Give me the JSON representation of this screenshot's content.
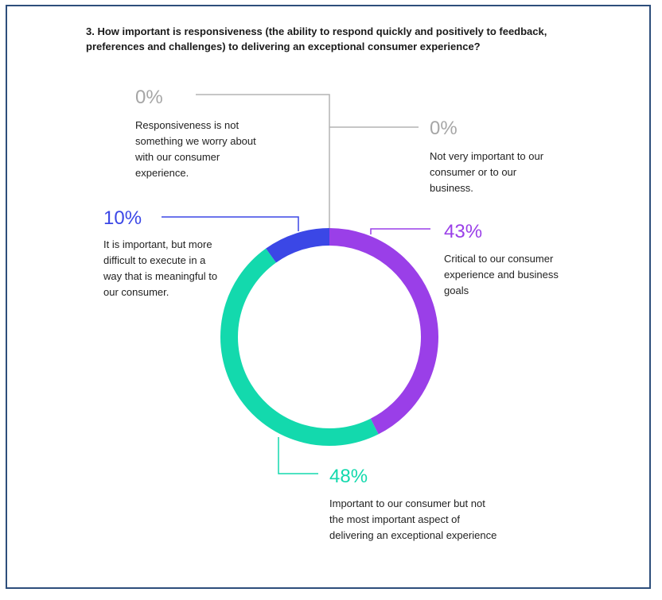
{
  "question": "3. How important is responsiveness (the ability to respond quickly and positively to feedback, preferences and challenges) to delivering an exceptional consumer experience?",
  "chart_data": {
    "type": "pie",
    "style": "donut",
    "slices": [
      {
        "label": "Critical to our consumer experience and business goals",
        "pct_label": "43%",
        "value": 43,
        "color": "#9a3fe8"
      },
      {
        "label": "Important to our consumer but not the most important aspect of delivering an exceptional experience",
        "pct_label": "48%",
        "value": 48,
        "color": "#13d9ad"
      },
      {
        "label": "It is important, but more difficult to execute in a way that is meaningful to our consumer.",
        "pct_label": "10%",
        "value": 10,
        "color": "#3b47e6"
      },
      {
        "label": "Responsiveness is not something we worry about with our consumer experience.",
        "pct_label": "0%",
        "value": 0,
        "color": "#9a9a9a"
      },
      {
        "label": "Not very important to our consumer or to our business.",
        "pct_label": "0%",
        "value": 0,
        "color": "#9a9a9a"
      }
    ]
  }
}
